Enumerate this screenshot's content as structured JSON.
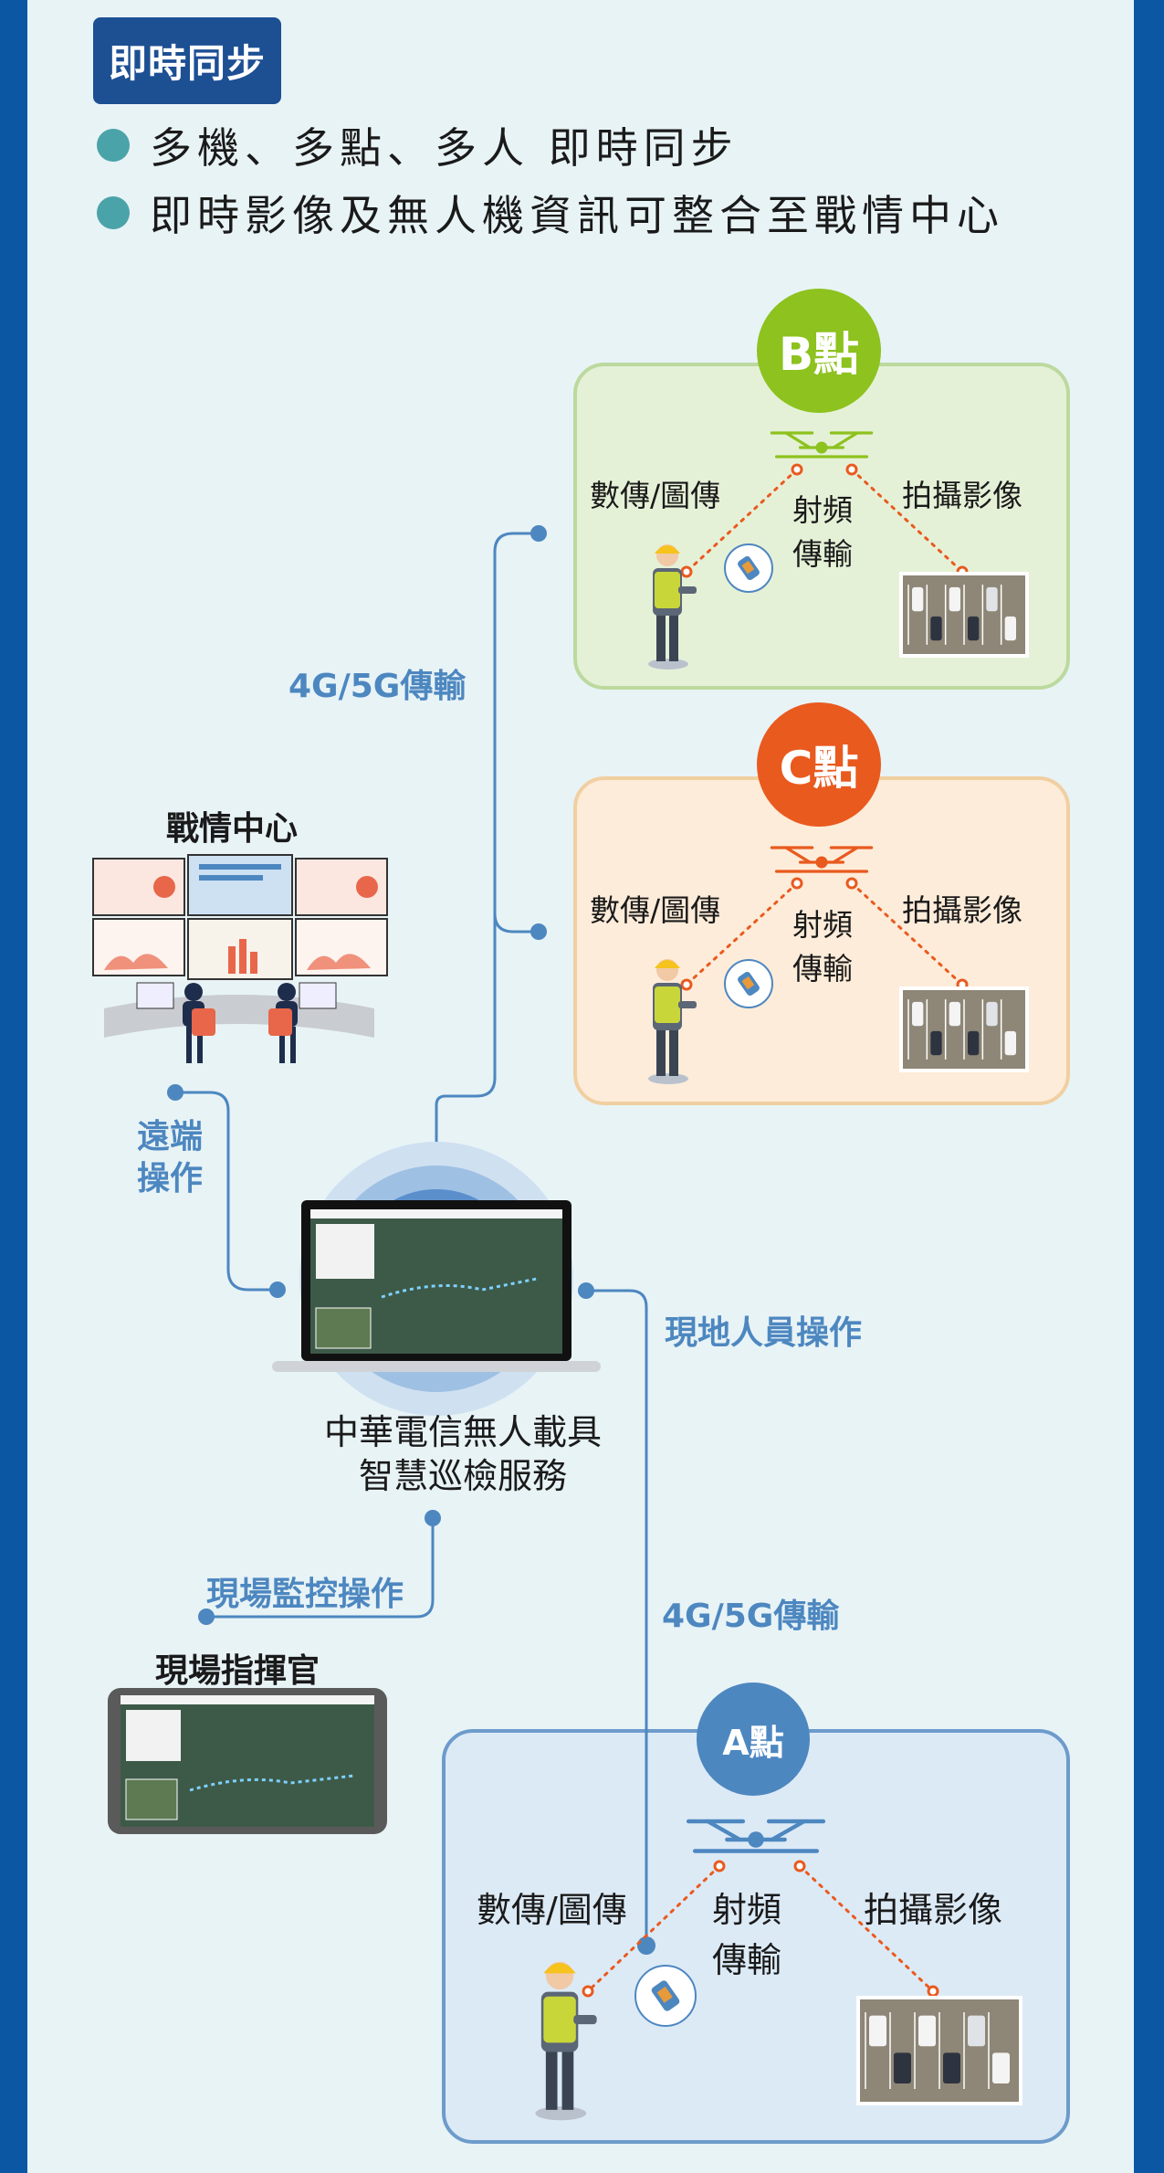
{
  "header": {
    "title": "即時同步",
    "bullets": [
      "多機、多點、多人 即時同步",
      "即時影像及無人機資訊可整合至戰情中心"
    ]
  },
  "nodes": {
    "war_room": "戰情中心",
    "platform_line1": "中華電信無人載具",
    "platform_line2": "智慧巡檢服務",
    "commander": "現場指揮官"
  },
  "links": {
    "remote_line1": "遠端",
    "remote_line2": "操作",
    "transport_upper": "4G/5G傳輸",
    "transport_lower": "4G/5G傳輸",
    "onsite_ops": "現地人員操作",
    "field_monitor": "現場監控操作"
  },
  "sites": [
    {
      "id": "b",
      "label": "B點",
      "color": "#8dc21f",
      "data_label": "數傳/圖傳",
      "rf_line1": "射頻",
      "rf_line2": "傳輸",
      "photo_label": "拍攝影像"
    },
    {
      "id": "c",
      "label": "C點",
      "color": "#e95a1f",
      "data_label": "數傳/圖傳",
      "rf_line1": "射頻",
      "rf_line2": "傳輸",
      "photo_label": "拍攝影像"
    },
    {
      "id": "a",
      "label": "A點",
      "color": "#4d87c0",
      "data_label": "數傳/圖傳",
      "rf_line1": "射頻",
      "rf_line2": "傳輸",
      "photo_label": "拍攝影像"
    }
  ],
  "colors": {
    "line": "#4d87c0",
    "rf_dots": "#e95a1f",
    "background": "#e8f3f6",
    "frame": "#0b57a4"
  }
}
